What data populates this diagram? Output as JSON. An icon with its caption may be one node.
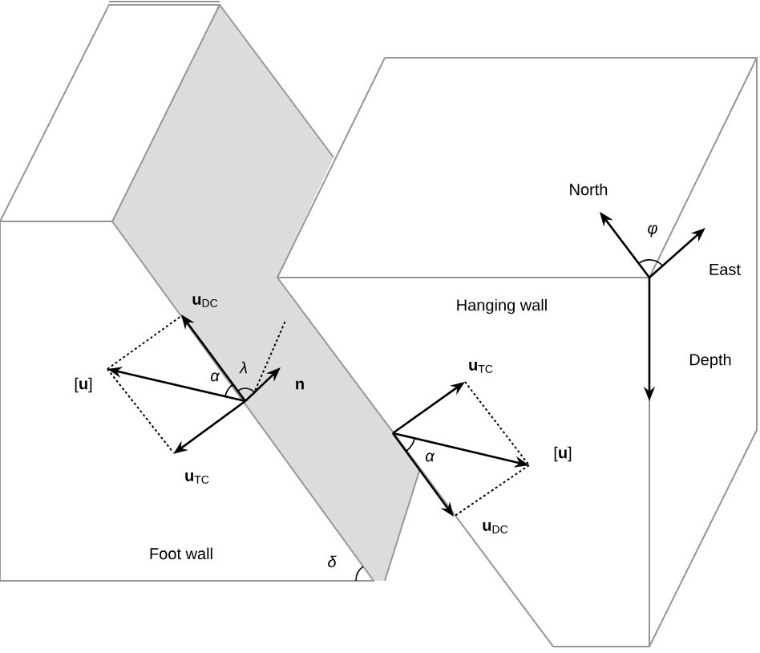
{
  "diagram": {
    "labels": [
      "North",
      "φ",
      "East",
      "Hanging wall",
      "**u**$_{DC}$",
      "[**u**]",
      "α",
      "λ",
      "**u**$_{TC}$",
      "n",
      "Depth",
      "α",
      "[**u**]",
      "**u**$_{TC}$",
      "**u**$_{DC}$",
      "Foot wall",
      "δ"
    ]
  }
}
